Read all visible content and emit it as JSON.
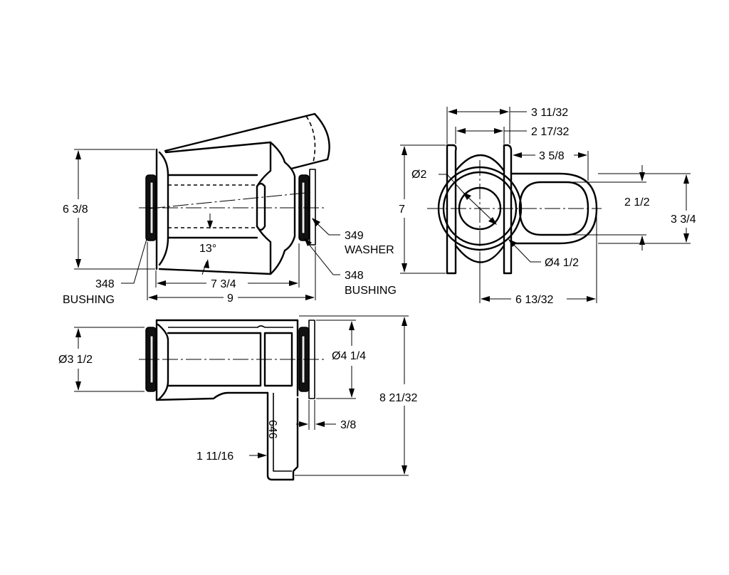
{
  "side_view": {
    "height_dim": "6 3/8",
    "inner_length_dim": "7 3/4",
    "overall_length_dim": "9",
    "angle": "13°",
    "bushing_left_num": "348",
    "bushing_left_word": "BUSHING",
    "bushing_right_num": "348",
    "bushing_right_word": "BUSHING",
    "washer_num": "349",
    "washer_word": "WASHER"
  },
  "end_view": {
    "width_outer": "3 11/32",
    "width_inner": "2 17/32",
    "offset": "3 5/8",
    "height": "7",
    "bore_dia": "Ø2",
    "outer_dia": "Ø4 1/2",
    "slot_width": "2 1/2",
    "lug_height": "3 3/4",
    "overall_width": "6 13/32"
  },
  "top_view": {
    "bushing_dia": "Ø3 1/2",
    "flange_dia": "Ø4 1/4",
    "overall_height": "8 21/32",
    "washer_thickness": "3/8",
    "lug_width": "1 11/16",
    "part_number": "646"
  }
}
